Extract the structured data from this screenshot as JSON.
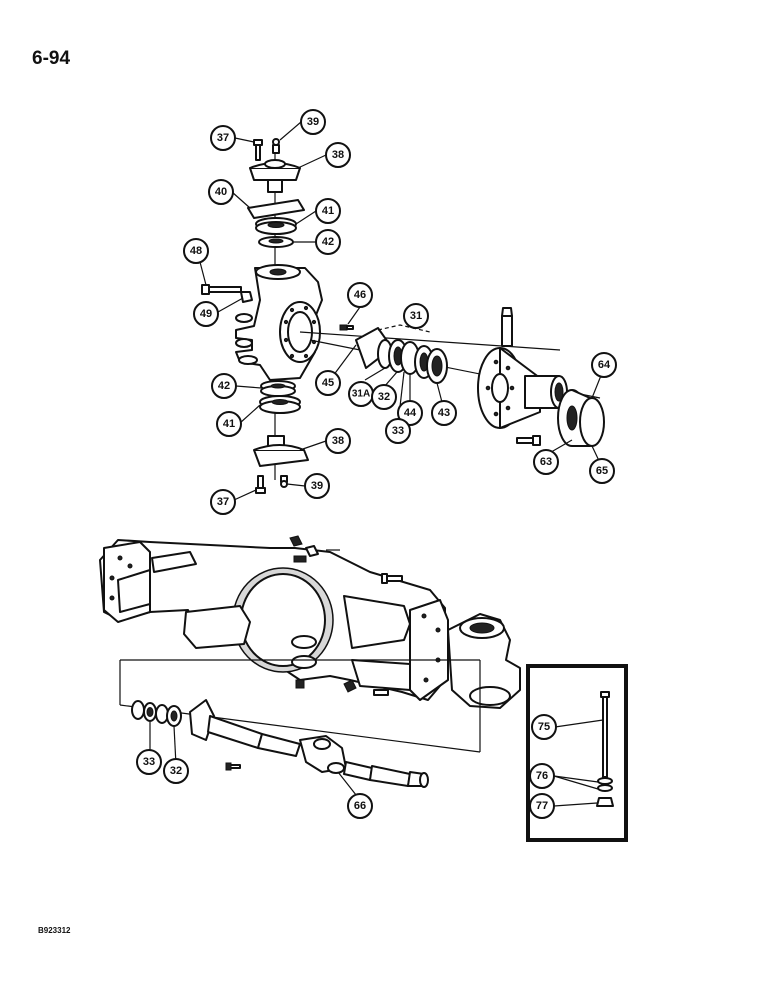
{
  "page": {
    "number": "6-94",
    "figure_code": "B923312"
  },
  "callouts": [
    "37",
    "39",
    "38",
    "40",
    "41",
    "42",
    "48",
    "49",
    "46",
    "31",
    "64",
    "42",
    "41",
    "45",
    "31A",
    "32",
    "44",
    "43",
    "33",
    "38",
    "63",
    "65",
    "37",
    "39",
    "75",
    "76",
    "77",
    "33",
    "32",
    "66"
  ]
}
